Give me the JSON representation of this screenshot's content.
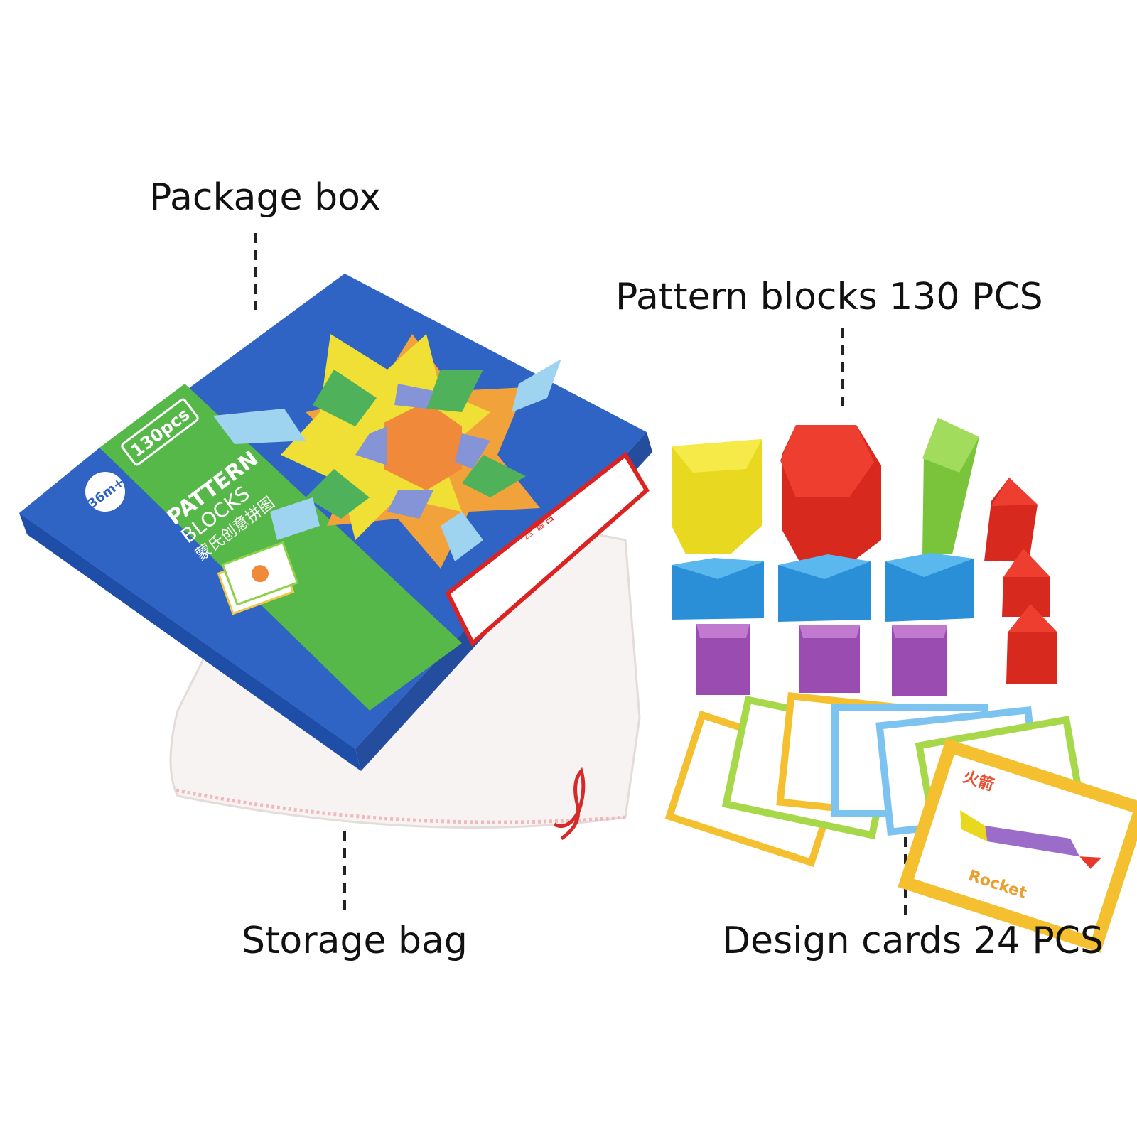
{
  "labels": {
    "package_box": "Package box",
    "pattern_blocks": "Pattern blocks 130 PCS",
    "storage_bag": "Storage bag",
    "design_cards": "Design cards 24 PCS"
  },
  "box": {
    "pcs_badge": "130pcs",
    "age_badge": "36m+",
    "title_line1": "PATTERN",
    "title_line2": "BLOCKS",
    "subtitle": "蒙氏创意拼图",
    "warning": "⚠ 警告"
  },
  "card": {
    "front_title": "火箭",
    "front_caption": "Rocket"
  },
  "colors": {
    "box_blue": "#2f64c4",
    "box_green": "#56b848",
    "block_yellow": "#f2e43a",
    "block_red": "#e8372c",
    "block_green": "#8dd04a",
    "block_blue": "#2f9fe0",
    "block_purple": "#a558b8",
    "block_orange_red": "#e84a26"
  }
}
